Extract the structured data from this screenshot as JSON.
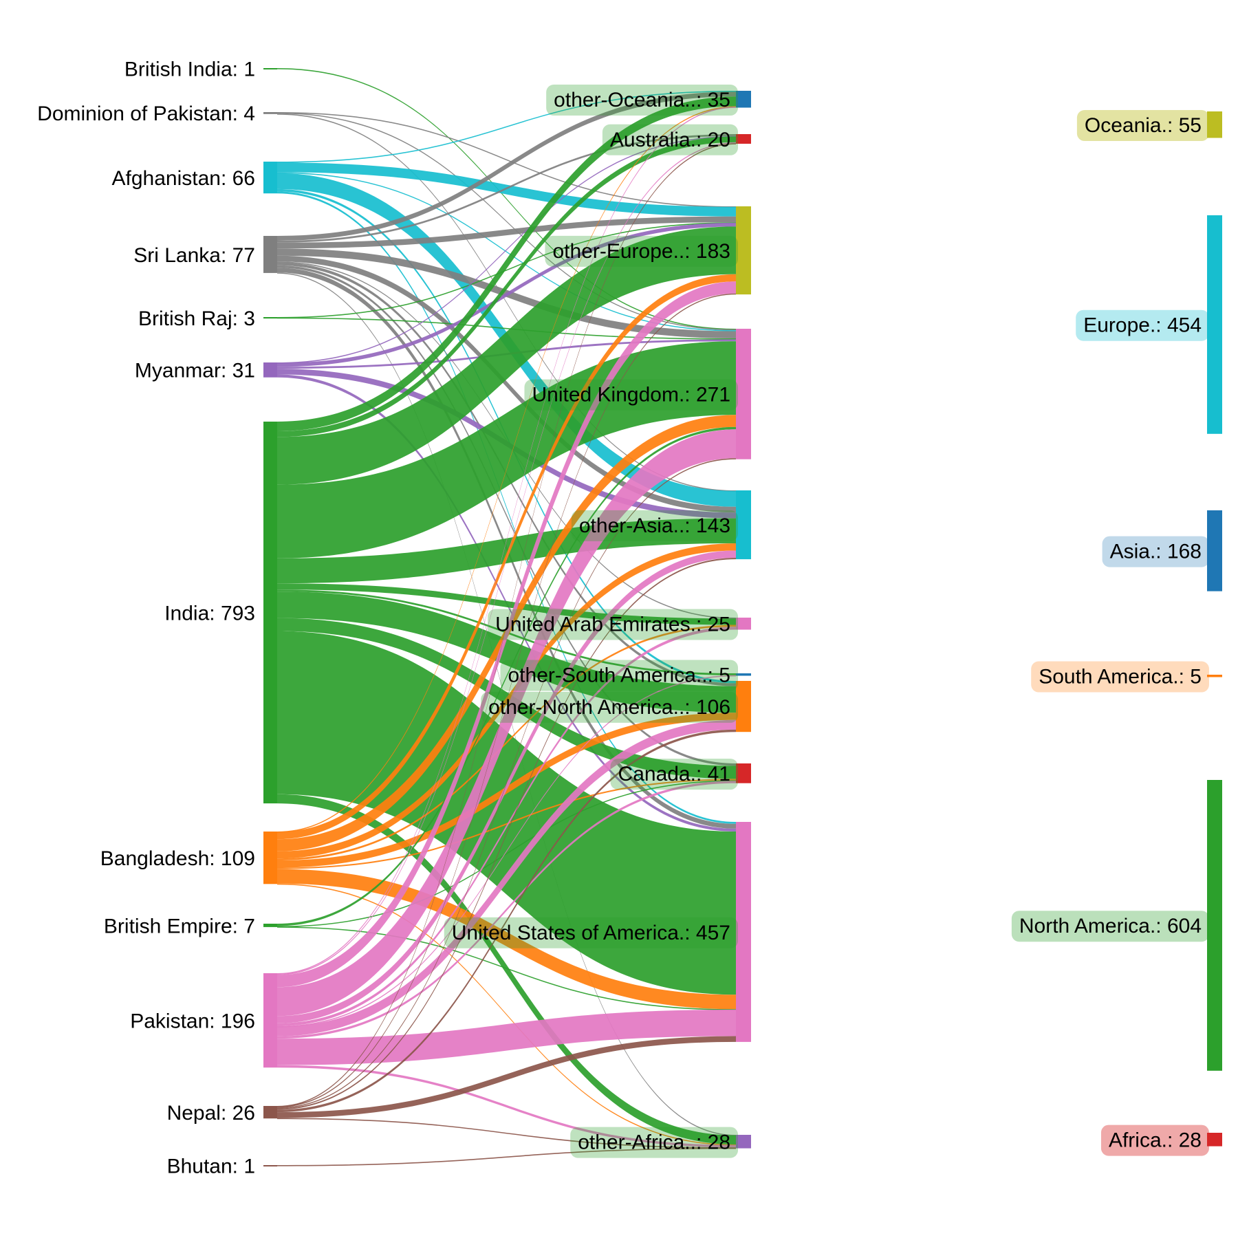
{
  "chart_data": {
    "type": "sankey",
    "title": "",
    "legend_position": "none",
    "grid": false,
    "columns": [
      "origin-country",
      "destination-country",
      "continent"
    ],
    "nodes": [
      {
        "id": "british-india",
        "name": "British India",
        "label": "British India: 1",
        "value": 1,
        "column": 0,
        "color": "#2ca02c",
        "label_bg": "none"
      },
      {
        "id": "dominion-of-pakistan",
        "name": "Dominion of Pakistan",
        "label": "Dominion of Pakistan: 4",
        "value": 4,
        "column": 0,
        "color": "#7f7f7f",
        "label_bg": "none"
      },
      {
        "id": "afghanistan",
        "name": "Afghanistan",
        "label": "Afghanistan: 66",
        "value": 66,
        "column": 0,
        "color": "#17becf",
        "label_bg": "none"
      },
      {
        "id": "sri-lanka",
        "name": "Sri Lanka",
        "label": "Sri Lanka: 77",
        "value": 77,
        "column": 0,
        "color": "#7f7f7f",
        "label_bg": "none"
      },
      {
        "id": "british-raj",
        "name": "British Raj",
        "label": "British Raj: 3",
        "value": 3,
        "column": 0,
        "color": "#2ca02c",
        "label_bg": "none"
      },
      {
        "id": "myanmar",
        "name": "Myanmar",
        "label": "Myanmar: 31",
        "value": 31,
        "column": 0,
        "color": "#9467bd",
        "label_bg": "none"
      },
      {
        "id": "india",
        "name": "India",
        "label": "India: 793",
        "value": 793,
        "column": 0,
        "color": "#2ca02c",
        "label_bg": "none"
      },
      {
        "id": "bangladesh",
        "name": "Bangladesh",
        "label": "Bangladesh: 109",
        "value": 109,
        "column": 0,
        "color": "#ff7f0e",
        "label_bg": "none"
      },
      {
        "id": "british-empire",
        "name": "British Empire",
        "label": "British Empire: 7",
        "value": 7,
        "column": 0,
        "color": "#2ca02c",
        "label_bg": "none"
      },
      {
        "id": "pakistan",
        "name": "Pakistan",
        "label": "Pakistan: 196",
        "value": 196,
        "column": 0,
        "color": "#e377c2",
        "label_bg": "none"
      },
      {
        "id": "nepal",
        "name": "Nepal",
        "label": "Nepal: 26",
        "value": 26,
        "column": 0,
        "color": "#8c564b",
        "label_bg": "none"
      },
      {
        "id": "bhutan",
        "name": "Bhutan",
        "label": "Bhutan: 1",
        "value": 1,
        "column": 0,
        "color": "#8c564b",
        "label_bg": "none"
      },
      {
        "id": "other-oceania",
        "name": "other-Oceania..",
        "label": "other-Oceania..: 35",
        "value": 35,
        "column": 1,
        "color": "#1f77b4",
        "label_bg": "rgba(44,160,44,0.30)"
      },
      {
        "id": "australia",
        "name": "Australia.",
        "label": "Australia.: 20",
        "value": 20,
        "column": 1,
        "color": "#d62728",
        "label_bg": "rgba(44,160,44,0.30)"
      },
      {
        "id": "other-europe",
        "name": "other-Europe..",
        "label": "other-Europe..: 183",
        "value": 183,
        "column": 1,
        "color": "#bcbd22",
        "label_bg": "rgba(44,160,44,0.30)"
      },
      {
        "id": "united-kingdom",
        "name": "United Kingdom.",
        "label": "United Kingdom.: 271",
        "value": 271,
        "column": 1,
        "color": "#e377c2",
        "label_bg": "rgba(44,160,44,0.30)"
      },
      {
        "id": "other-asia",
        "name": "other-Asia..",
        "label": "other-Asia..: 143",
        "value": 143,
        "column": 1,
        "color": "#17becf",
        "label_bg": "rgba(44,160,44,0.30)"
      },
      {
        "id": "united-arab-emirates",
        "name": "United Arab Emirates.",
        "label": "United Arab Emirates.: 25",
        "value": 25,
        "column": 1,
        "color": "#e377c2",
        "label_bg": "rgba(44,160,44,0.30)"
      },
      {
        "id": "other-south-america",
        "name": "other-South America..",
        "label": "other-South America..: 5",
        "value": 5,
        "column": 1,
        "color": "#1f77b4",
        "label_bg": "rgba(44,160,44,0.30)"
      },
      {
        "id": "other-north-america",
        "name": "other-North America..",
        "label": "other-North America..: 106",
        "value": 106,
        "column": 1,
        "color": "#ff7f0e",
        "label_bg": "rgba(44,160,44,0.30)"
      },
      {
        "id": "canada",
        "name": "Canada.",
        "label": "Canada.: 41",
        "value": 41,
        "column": 1,
        "color": "#d62728",
        "label_bg": "rgba(44,160,44,0.30)"
      },
      {
        "id": "united-states-of-america",
        "name": "United States of America.",
        "label": "United States of America.: 457",
        "value": 457,
        "column": 1,
        "color": "#e377c2",
        "label_bg": "rgba(44,160,44,0.30)"
      },
      {
        "id": "other-africa",
        "name": "other-Africa..",
        "label": "other-Africa..: 28",
        "value": 28,
        "column": 1,
        "color": "#9467bd",
        "label_bg": "rgba(44,160,44,0.30)"
      },
      {
        "id": "oceania",
        "name": "Oceania.",
        "label": "Oceania.: 55",
        "value": 55,
        "column": 2,
        "color": "#bcbd22",
        "label_bg": "rgba(188,189,34,0.42)"
      },
      {
        "id": "europe",
        "name": "Europe.",
        "label": "Europe.: 454",
        "value": 454,
        "column": 2,
        "color": "#17becf",
        "label_bg": "rgba(23,190,207,0.32)"
      },
      {
        "id": "asia",
        "name": "Asia.",
        "label": "Asia.: 168",
        "value": 168,
        "column": 2,
        "color": "#1f77b4",
        "label_bg": "rgba(31,119,180,0.28)"
      },
      {
        "id": "south-america",
        "name": "South America.",
        "label": "South America.: 5",
        "value": 5,
        "column": 2,
        "color": "#ff7f0e",
        "label_bg": "rgba(255,127,14,0.28)"
      },
      {
        "id": "north-america",
        "name": "North America.",
        "label": "North America.: 604",
        "value": 604,
        "column": 2,
        "color": "#2ca02c",
        "label_bg": "rgba(44,160,44,0.32)"
      },
      {
        "id": "africa",
        "name": "Africa.",
        "label": "Africa.: 28",
        "value": 28,
        "column": 2,
        "color": "#d62728",
        "label_bg": "rgba(214,39,40,0.40)"
      }
    ],
    "links": [
      {
        "source": "british-india",
        "target": "united-kingdom",
        "value": 1
      },
      {
        "source": "dominion-of-pakistan",
        "target": "united-kingdom",
        "value": 2
      },
      {
        "source": "dominion-of-pakistan",
        "target": "other-europe",
        "value": 1
      },
      {
        "source": "dominion-of-pakistan",
        "target": "other-asia",
        "value": 1
      },
      {
        "source": "afghanistan",
        "target": "other-oceania",
        "value": 2
      },
      {
        "source": "afghanistan",
        "target": "other-europe",
        "value": 20
      },
      {
        "source": "afghanistan",
        "target": "united-kingdom",
        "value": 2
      },
      {
        "source": "afghanistan",
        "target": "other-asia",
        "value": 33
      },
      {
        "source": "afghanistan",
        "target": "other-north-america",
        "value": 5
      },
      {
        "source": "afghanistan",
        "target": "united-states-of-america",
        "value": 4
      },
      {
        "source": "sri-lanka",
        "target": "other-oceania",
        "value": 10
      },
      {
        "source": "sri-lanka",
        "target": "australia",
        "value": 4
      },
      {
        "source": "sri-lanka",
        "target": "other-europe",
        "value": 12
      },
      {
        "source": "sri-lanka",
        "target": "united-kingdom",
        "value": 15
      },
      {
        "source": "sri-lanka",
        "target": "other-asia",
        "value": 12
      },
      {
        "source": "sri-lanka",
        "target": "united-arab-emirates",
        "value": 2
      },
      {
        "source": "sri-lanka",
        "target": "other-north-america",
        "value": 6
      },
      {
        "source": "sri-lanka",
        "target": "canada",
        "value": 5
      },
      {
        "source": "sri-lanka",
        "target": "united-states-of-america",
        "value": 10
      },
      {
        "source": "sri-lanka",
        "target": "other-africa",
        "value": 1
      },
      {
        "source": "british-raj",
        "target": "other-europe",
        "value": 1
      },
      {
        "source": "british-raj",
        "target": "united-kingdom",
        "value": 2
      },
      {
        "source": "myanmar",
        "target": "australia",
        "value": 1
      },
      {
        "source": "myanmar",
        "target": "other-europe",
        "value": 8
      },
      {
        "source": "myanmar",
        "target": "united-kingdom",
        "value": 4
      },
      {
        "source": "myanmar",
        "target": "other-asia",
        "value": 12
      },
      {
        "source": "myanmar",
        "target": "united-states-of-america",
        "value": 6
      },
      {
        "source": "india",
        "target": "other-oceania",
        "value": 20
      },
      {
        "source": "india",
        "target": "australia",
        "value": 12
      },
      {
        "source": "india",
        "target": "other-europe",
        "value": 99
      },
      {
        "source": "india",
        "target": "united-kingdom",
        "value": 153
      },
      {
        "source": "india",
        "target": "other-asia",
        "value": 52
      },
      {
        "source": "india",
        "target": "united-arab-emirates",
        "value": 13
      },
      {
        "source": "india",
        "target": "other-south-america",
        "value": 4
      },
      {
        "source": "india",
        "target": "other-north-america",
        "value": 55
      },
      {
        "source": "india",
        "target": "canada",
        "value": 27
      },
      {
        "source": "india",
        "target": "united-states-of-america",
        "value": 339
      },
      {
        "source": "india",
        "target": "other-africa",
        "value": 19
      },
      {
        "source": "bangladesh",
        "target": "other-oceania",
        "value": 1
      },
      {
        "source": "bangladesh",
        "target": "other-europe",
        "value": 15
      },
      {
        "source": "bangladesh",
        "target": "united-kingdom",
        "value": 25
      },
      {
        "source": "bangladesh",
        "target": "other-asia",
        "value": 15
      },
      {
        "source": "bangladesh",
        "target": "united-arab-emirates",
        "value": 4
      },
      {
        "source": "bangladesh",
        "target": "other-north-america",
        "value": 15
      },
      {
        "source": "bangladesh",
        "target": "canada",
        "value": 3
      },
      {
        "source": "bangladesh",
        "target": "united-states-of-america",
        "value": 30
      },
      {
        "source": "bangladesh",
        "target": "other-africa",
        "value": 1
      },
      {
        "source": "british-empire",
        "target": "united-kingdom",
        "value": 5
      },
      {
        "source": "british-empire",
        "target": "canada",
        "value": 1
      },
      {
        "source": "british-empire",
        "target": "united-states-of-america",
        "value": 1
      },
      {
        "source": "pakistan",
        "target": "other-oceania",
        "value": 2
      },
      {
        "source": "pakistan",
        "target": "australia",
        "value": 2
      },
      {
        "source": "pakistan",
        "target": "other-europe",
        "value": 25
      },
      {
        "source": "pakistan",
        "target": "united-kingdom",
        "value": 60
      },
      {
        "source": "pakistan",
        "target": "other-asia",
        "value": 15
      },
      {
        "source": "pakistan",
        "target": "united-arab-emirates",
        "value": 6
      },
      {
        "source": "pakistan",
        "target": "other-south-america",
        "value": 1
      },
      {
        "source": "pakistan",
        "target": "other-north-america",
        "value": 20
      },
      {
        "source": "pakistan",
        "target": "canada",
        "value": 5
      },
      {
        "source": "pakistan",
        "target": "united-states-of-america",
        "value": 55
      },
      {
        "source": "pakistan",
        "target": "other-africa",
        "value": 5
      },
      {
        "source": "nepal",
        "target": "australia",
        "value": 1
      },
      {
        "source": "nepal",
        "target": "other-europe",
        "value": 2
      },
      {
        "source": "nepal",
        "target": "united-kingdom",
        "value": 2
      },
      {
        "source": "nepal",
        "target": "other-asia",
        "value": 3
      },
      {
        "source": "nepal",
        "target": "other-north-america",
        "value": 5
      },
      {
        "source": "nepal",
        "target": "united-states-of-america",
        "value": 12
      },
      {
        "source": "nepal",
        "target": "other-africa",
        "value": 1
      },
      {
        "source": "bhutan",
        "target": "other-africa",
        "value": 1
      }
    ]
  }
}
